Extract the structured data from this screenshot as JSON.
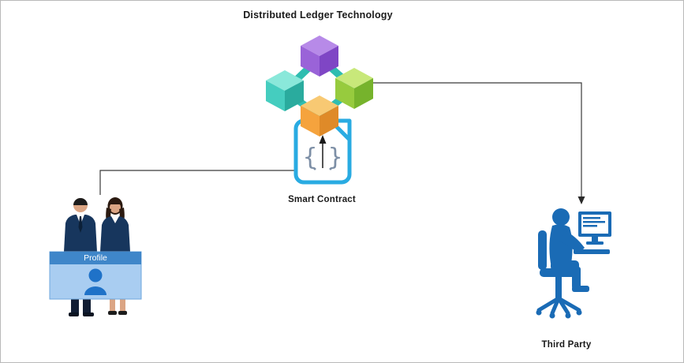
{
  "diagram": {
    "nodes": [
      {
        "id": "dlt",
        "label": "Distributed Ledger Technology",
        "type": "cube-cluster",
        "cubes": [
          "purple",
          "teal",
          "green",
          "orange"
        ]
      },
      {
        "id": "smart_contract",
        "label": "Smart Contract",
        "type": "contract-document"
      },
      {
        "id": "profile_users",
        "label": "Profile",
        "type": "business-people-desk"
      },
      {
        "id": "third_party",
        "label": "Third Party",
        "type": "person-at-computer"
      }
    ],
    "edges": [
      {
        "from": "profile_users",
        "to": "smart_contract",
        "arrow": false
      },
      {
        "from": "smart_contract",
        "to": "dlt",
        "arrow": true
      },
      {
        "from": "dlt",
        "to": "third_party",
        "arrow": true
      }
    ]
  },
  "icons": {
    "brace_left": "{",
    "brace_right": "}"
  },
  "colors": {
    "background": "#ffffff",
    "line": "#3a3a3a",
    "cube_purple_top": "#b78ae8",
    "cube_purple_left": "#9a63d8",
    "cube_purple_right": "#7f46c5",
    "cube_teal_top": "#8ae8da",
    "cube_teal_left": "#45cdbf",
    "cube_teal_right": "#2aab9e",
    "cube_green_top": "#c8e87a",
    "cube_green_left": "#97cb3e",
    "cube_green_right": "#76b32c",
    "cube_orange_top": "#f8c973",
    "cube_orange_left": "#f5a33d",
    "cube_orange_right": "#df8a28",
    "cube_link": "#2fbdb0",
    "contract_outline": "#29abe2",
    "brace": "#7d8fa6",
    "person_blue": "#1a6bb5",
    "suit_navy": "#17365d",
    "skin": "#dba584",
    "profile_header": "#3f86c9",
    "profile_panel": "#a9cdf1",
    "profile_glyph": "#1f72c8"
  }
}
